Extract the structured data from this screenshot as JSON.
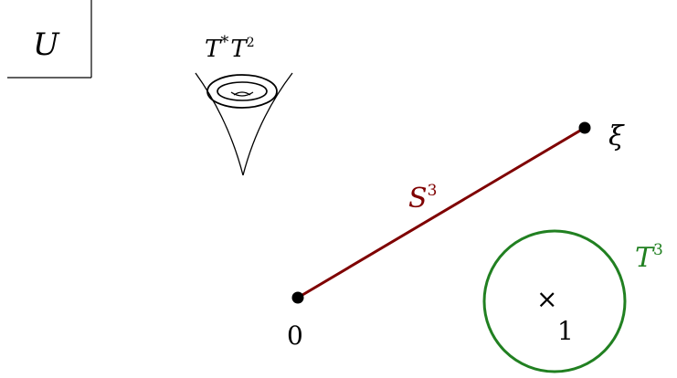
{
  "frame_label": {
    "base": "U"
  },
  "cone_label": {
    "base1": "T",
    "sup1": "*",
    "base2": "T",
    "sup2": "2"
  },
  "segment": {
    "label_base": "S",
    "label_sup": "3",
    "start_label": "0",
    "end_label": "ξ",
    "color": "#7f0000"
  },
  "torus": {
    "label_base": "T",
    "label_sup": "3",
    "center_label": "1",
    "center_marker": "×",
    "color": "#218021"
  },
  "colors": {
    "ink": "#000000",
    "background": "#ffffff"
  }
}
